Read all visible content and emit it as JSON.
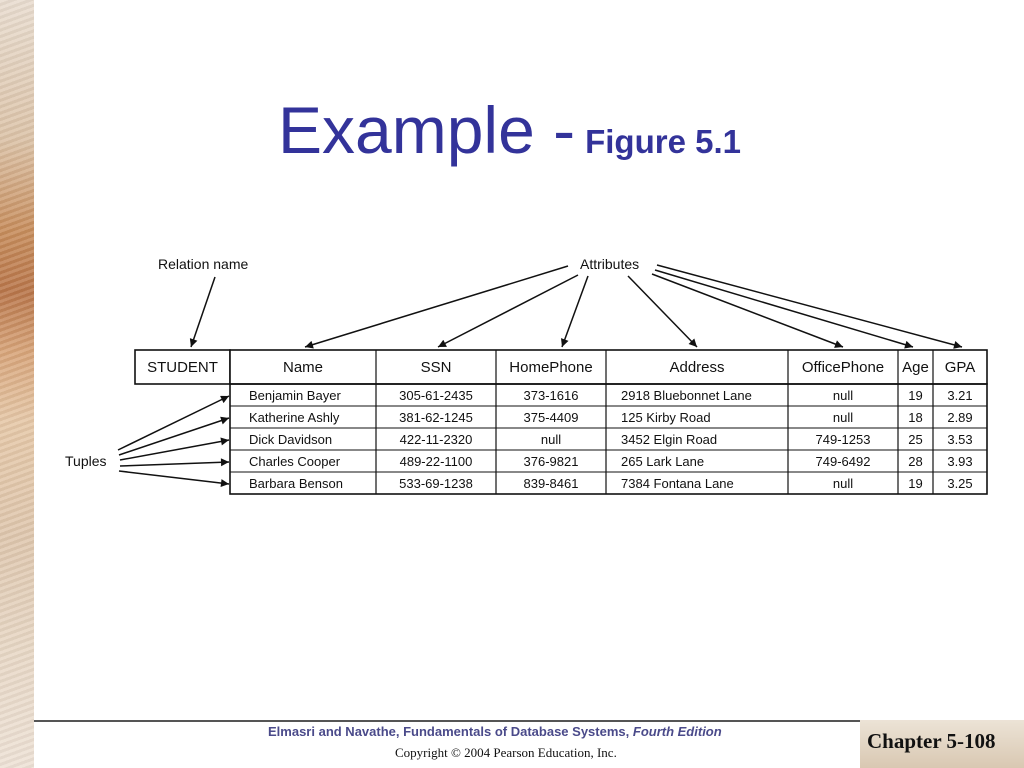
{
  "slide": {
    "title_main": "Example -",
    "title_sub": "Figure  5.1"
  },
  "figure": {
    "labels": {
      "relation_name": "Relation name",
      "attributes": "Attributes",
      "tuples": "Tuples"
    },
    "relation": "STUDENT",
    "columns": [
      "Name",
      "SSN",
      "HomePhone",
      "Address",
      "OfficePhone",
      "Age",
      "GPA"
    ],
    "rows": [
      [
        "Benjamin Bayer",
        "305-61-2435",
        "373-1616",
        "2918 Bluebonnet Lane",
        "null",
        "19",
        "3.21"
      ],
      [
        "Katherine Ashly",
        "381-62-1245",
        "375-4409",
        "125 Kirby Road",
        "null",
        "18",
        "2.89"
      ],
      [
        "Dick Davidson",
        "422-11-2320",
        "null",
        "3452 Elgin Road",
        "749-1253",
        "25",
        "3.53"
      ],
      [
        "Charles Cooper",
        "489-22-1100",
        "376-9821",
        "265 Lark Lane",
        "749-6492",
        "28",
        "3.93"
      ],
      [
        "Barbara Benson",
        "533-69-1238",
        "839-8461",
        "7384  Fontana Lane",
        "null",
        "19",
        "3.25"
      ]
    ]
  },
  "footer": {
    "book_line": "Elmasri and Navathe, Fundamentals of Database Systems,",
    "edition": "Fourth Edition",
    "copyright": "Copyright © 2004 Pearson Education, Inc.",
    "chapter": "Chapter 5-108"
  }
}
